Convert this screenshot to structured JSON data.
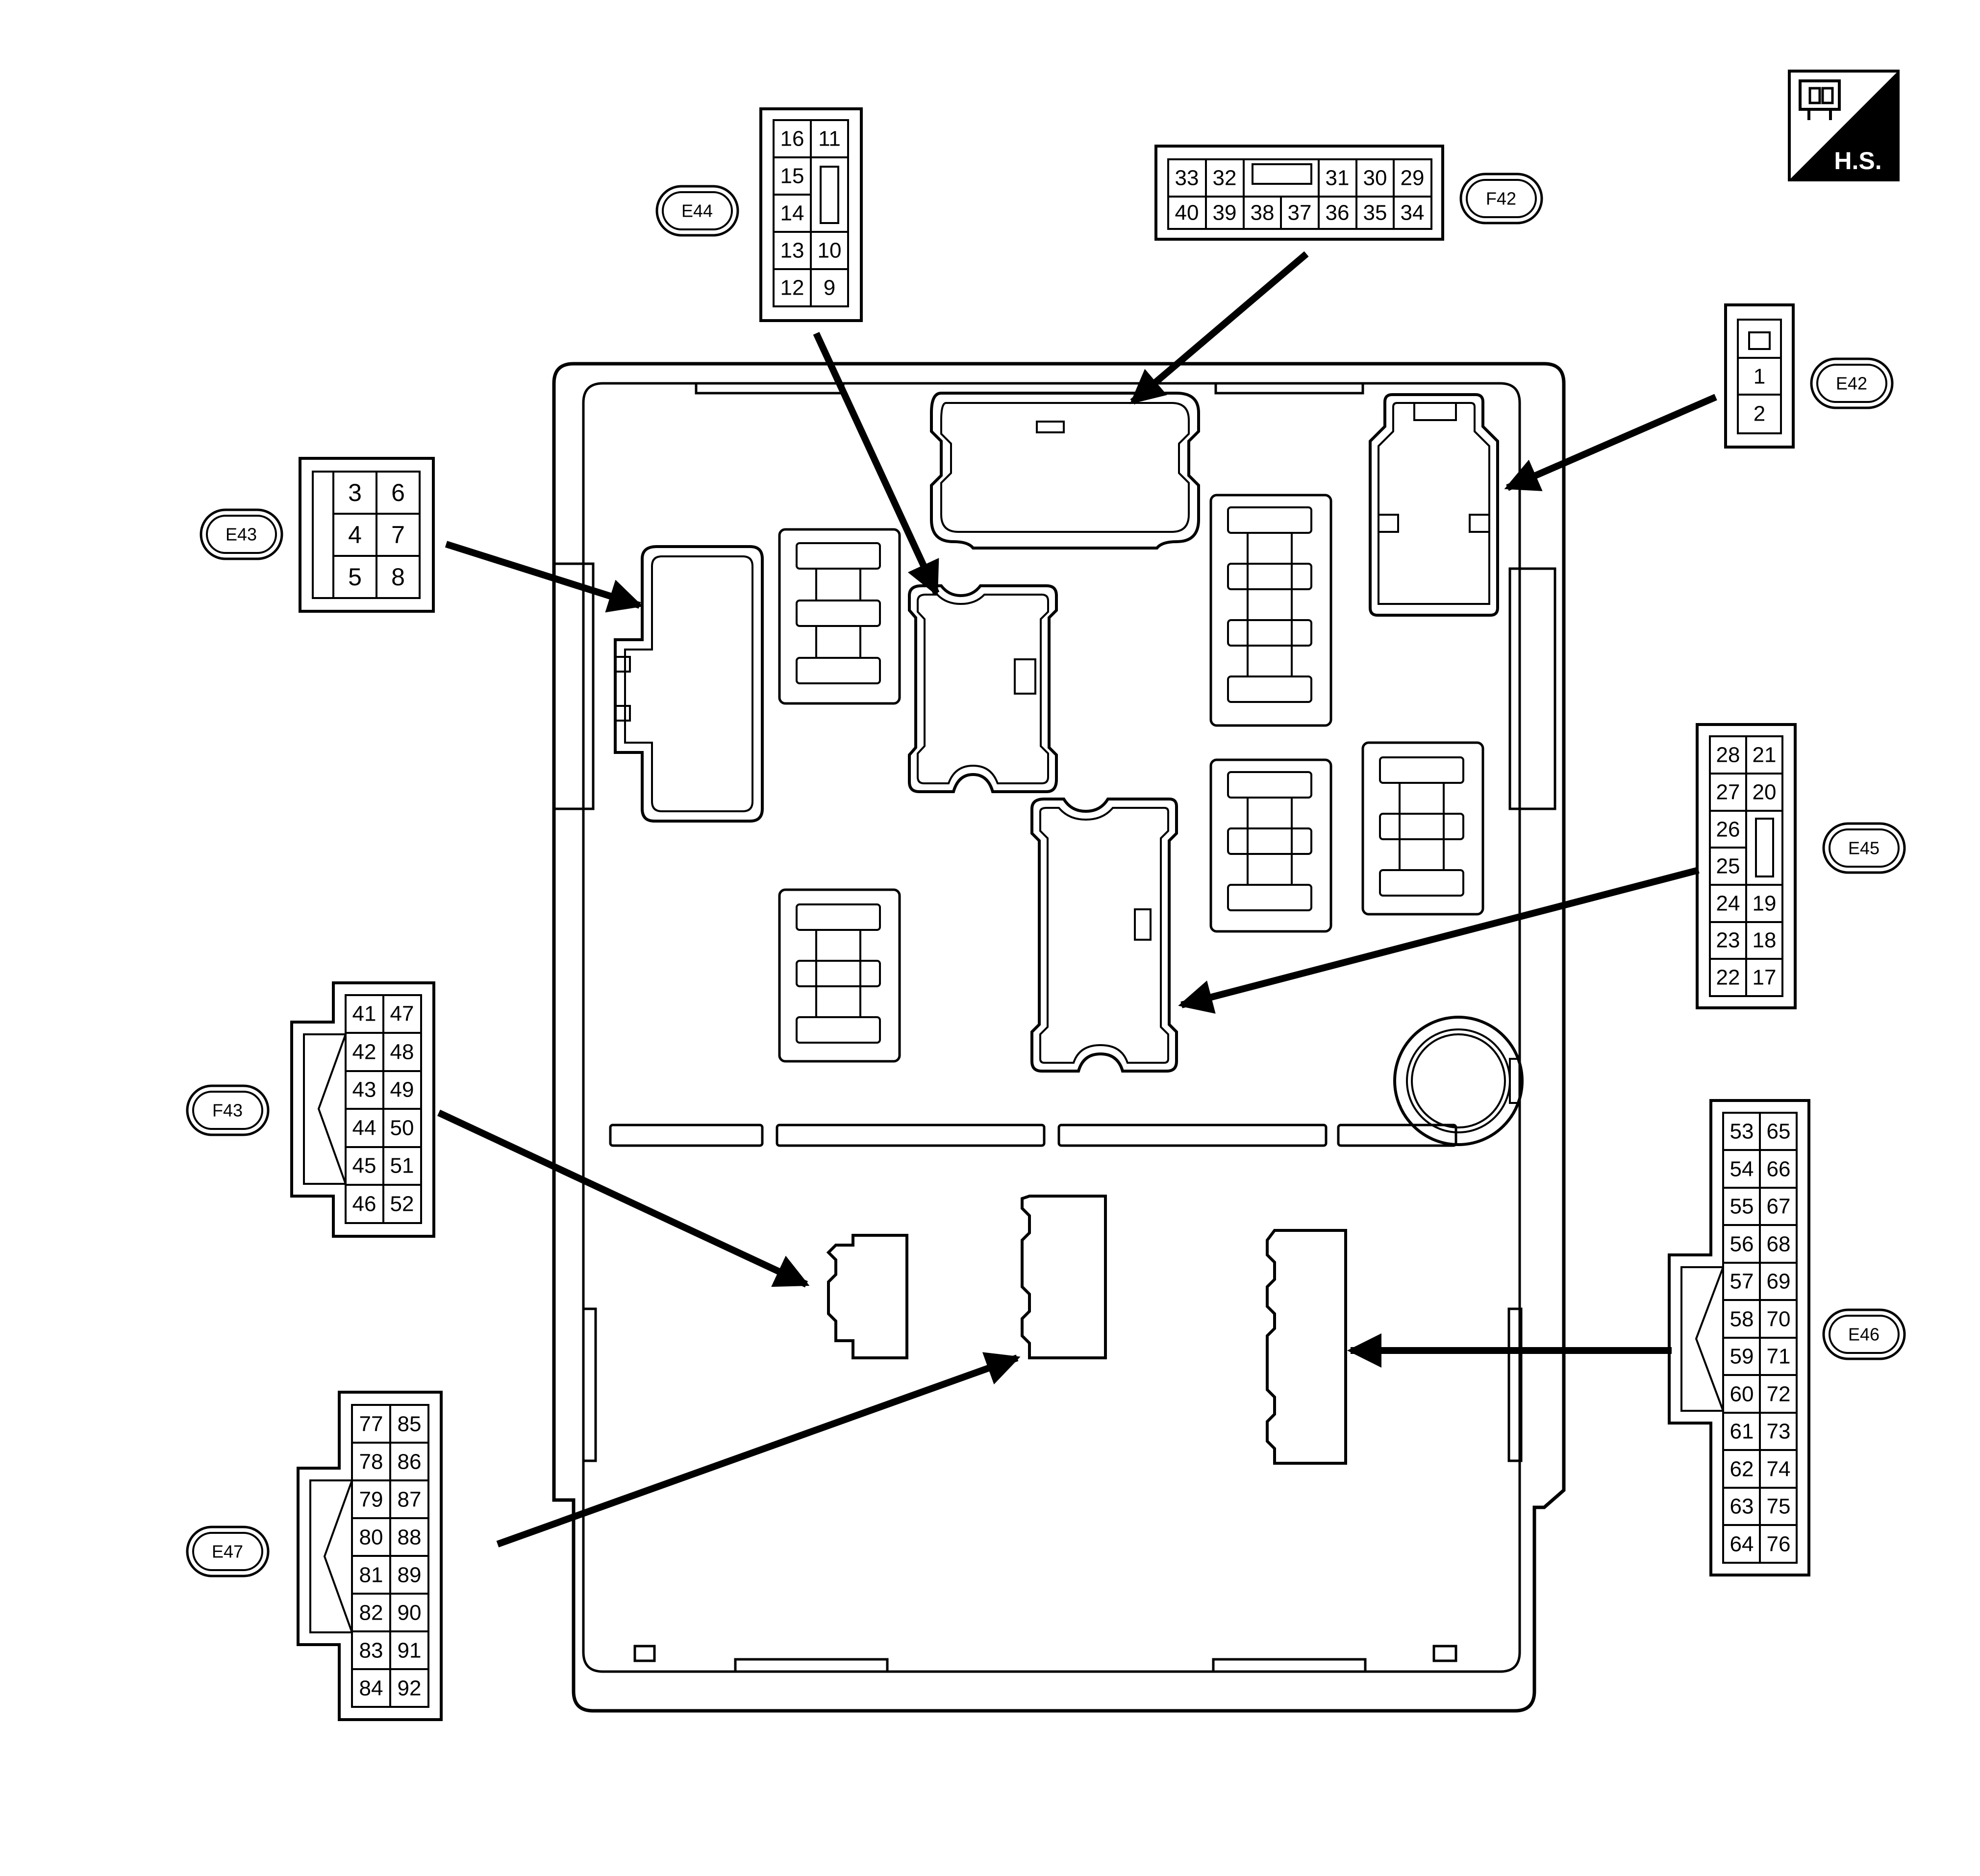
{
  "badge": {
    "text": "H.S."
  },
  "connectors": [
    {
      "id": "E42",
      "label": "E42",
      "pins": [
        [
          "1"
        ],
        [
          "2"
        ]
      ]
    },
    {
      "id": "E43",
      "label": "E43",
      "pins": [
        [
          "3",
          "6"
        ],
        [
          "4",
          "7"
        ],
        [
          "5",
          "8"
        ]
      ]
    },
    {
      "id": "E44",
      "label": "E44",
      "pins": [
        [
          "16",
          "11"
        ],
        [
          "15",
          ""
        ],
        [
          "14",
          ""
        ],
        [
          "13",
          "10"
        ],
        [
          "12",
          "9"
        ]
      ]
    },
    {
      "id": "F42",
      "label": "F42",
      "pins": [
        [
          "33",
          "32",
          "",
          "",
          "31",
          "30",
          "29"
        ],
        [
          "40",
          "39",
          "38",
          "37",
          "36",
          "35",
          "34"
        ]
      ]
    },
    {
      "id": "E45",
      "label": "E45",
      "pins": [
        [
          "28",
          "21"
        ],
        [
          "27",
          "20"
        ],
        [
          "26",
          ""
        ],
        [
          "25",
          ""
        ],
        [
          "24",
          "19"
        ],
        [
          "23",
          "18"
        ],
        [
          "22",
          "17"
        ]
      ]
    },
    {
      "id": "F43",
      "label": "F43",
      "pins": [
        [
          "41",
          "47"
        ],
        [
          "42",
          "48"
        ],
        [
          "43",
          "49"
        ],
        [
          "44",
          "50"
        ],
        [
          "45",
          "51"
        ],
        [
          "46",
          "52"
        ]
      ]
    },
    {
      "id": "E46",
      "label": "E46",
      "pins": [
        [
          "53",
          "65"
        ],
        [
          "54",
          "66"
        ],
        [
          "55",
          "67"
        ],
        [
          "56",
          "68"
        ],
        [
          "57",
          "69"
        ],
        [
          "58",
          "70"
        ],
        [
          "59",
          "71"
        ],
        [
          "60",
          "72"
        ],
        [
          "61",
          "73"
        ],
        [
          "62",
          "74"
        ],
        [
          "63",
          "75"
        ],
        [
          "64",
          "76"
        ]
      ]
    },
    {
      "id": "E47",
      "label": "E47",
      "pins": [
        [
          "77",
          "85"
        ],
        [
          "78",
          "86"
        ],
        [
          "79",
          "87"
        ],
        [
          "80",
          "88"
        ],
        [
          "81",
          "89"
        ],
        [
          "82",
          "90"
        ],
        [
          "83",
          "91"
        ],
        [
          "84",
          "92"
        ]
      ]
    }
  ]
}
